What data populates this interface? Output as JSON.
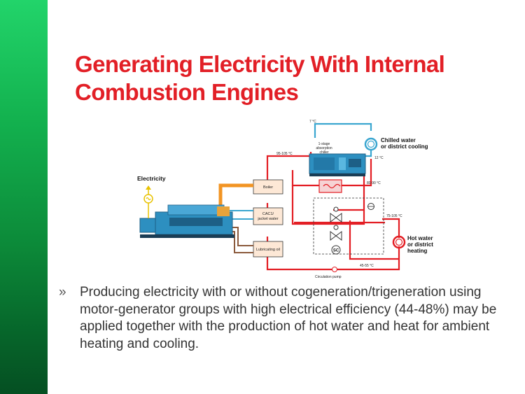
{
  "slide": {
    "title": "Generating Electricity With Internal Combustion Engines",
    "bullet_marker": "»",
    "bullet": "Producing electricity with or without cogeneration/trigeneration using motor-generator groups with high electrical efficiency (44-48%) may be applied together with the production of hot water and heat for ambient heating and cooling."
  },
  "diagram": {
    "electricity_label": "Electricity",
    "boiler_label": "Boiler",
    "cac_label_1": "CAC1/",
    "cac_label_2": "jacket water",
    "lube_label": "Lubricating oil",
    "chiller_label_1": "1-stage",
    "chiller_label_2": "absorption",
    "chiller_label_3": "chiller",
    "chilled_label_1": "Chilled water",
    "chilled_label_2": "or district cooling",
    "hot_label_1": "Hot water",
    "hot_label_2": "or district",
    "hot_label_3": "heating",
    "temp_7": "7 °C",
    "temp_95": "95-105 °C",
    "temp_12": "12 °C",
    "temp_80": "80-90 °C",
    "temp_75": "75-105 °C",
    "temp_45": "45-55 °C",
    "pump_label": "Circulation pump",
    "sc_label": "SC",
    "colors": {
      "hot": "#e31e24",
      "cold": "#3aa6d0",
      "exhaust": "#f29423",
      "oil": "#8b5a3c",
      "engine": "#2d8fc0"
    }
  }
}
